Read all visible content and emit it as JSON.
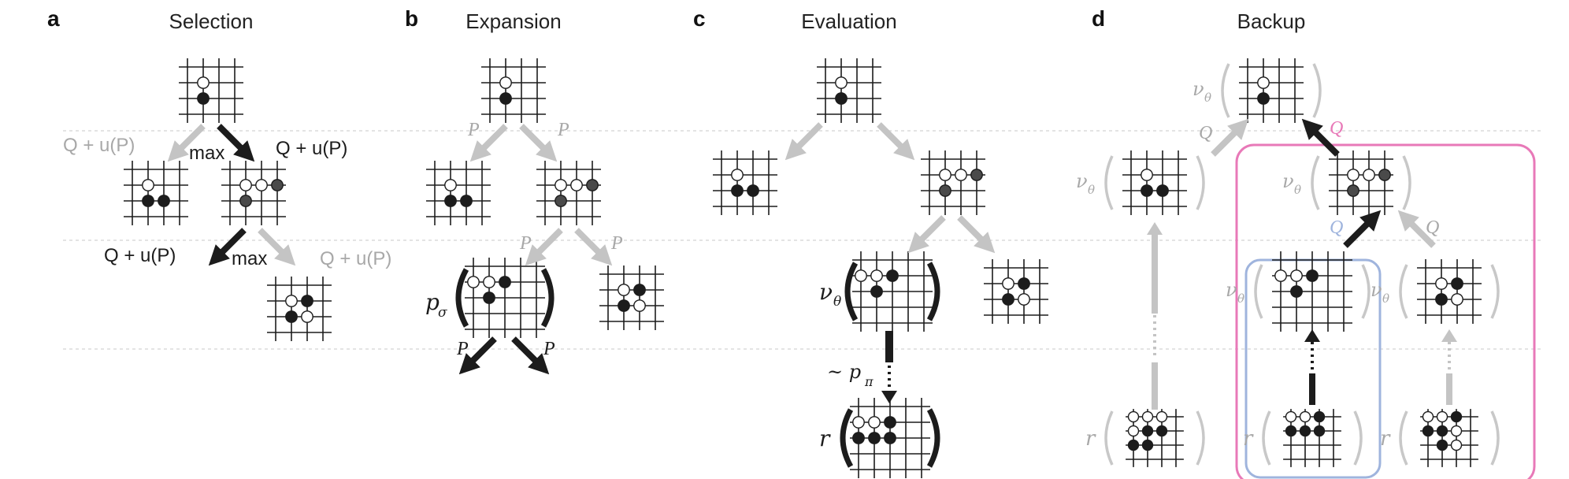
{
  "panels": {
    "a": {
      "letter": "a",
      "title": "Selection"
    },
    "b": {
      "letter": "b",
      "title": "Expansion"
    },
    "c": {
      "letter": "c",
      "title": "Evaluation"
    },
    "d": {
      "letter": "d",
      "title": "Backup"
    }
  },
  "labels": {
    "qup": "Q + u(P)",
    "max": "max",
    "p": "P",
    "q": "Q",
    "r": "r",
    "nu": "ν",
    "theta": "θ",
    "p_sigma_base": "p",
    "p_sigma_sub": "σ",
    "rollout_tilde": "~ p",
    "rollout_sub": "π"
  },
  "colors": {
    "black": "#1c1c1c",
    "gray": "#c4c4c4",
    "gray_text": "#a8a8a8",
    "pink": "#e879b8",
    "blue": "#9fb4dd",
    "dashed_line": "#dcdcdc"
  }
}
